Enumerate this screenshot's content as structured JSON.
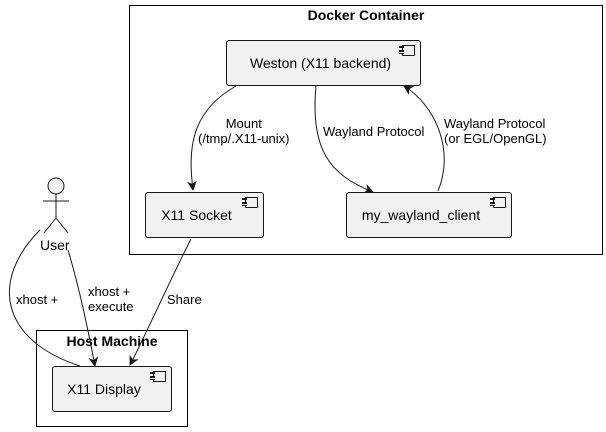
{
  "packages": {
    "docker": {
      "title": "Docker Container"
    },
    "host": {
      "title": "Host Machine"
    }
  },
  "components": {
    "weston": {
      "label": "Weston (X11 backend)"
    },
    "x11_socket": {
      "label": "X11 Socket"
    },
    "client": {
      "label": "my_wayland_client"
    },
    "x11_display": {
      "label": "X11 Display"
    }
  },
  "actor": {
    "label": "User"
  },
  "edges": {
    "mount": {
      "line1": "Mount",
      "line2": "(/tmp/.X11-unix)"
    },
    "wayland": {
      "label": "Wayland Protocol"
    },
    "wayland_egl": {
      "line1": "Wayland Protocol",
      "line2": "(or EGL/OpenGL)"
    },
    "share": {
      "label": "Share"
    },
    "xhost_plus": {
      "label": "xhost +"
    },
    "xhost_exec": {
      "line1": "xhost +",
      "line2": "execute"
    }
  },
  "colors": {
    "component_fill": "#f1f1f1",
    "stroke": "#181818",
    "actor_fill": "#f1f1f1"
  }
}
